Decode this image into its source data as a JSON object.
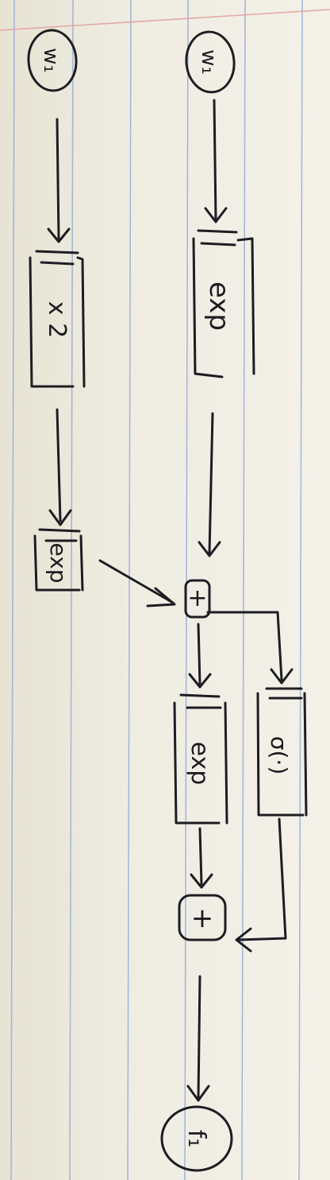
{
  "diagram": {
    "nodes": {
      "w_top": "w₁",
      "w_bottom": "w₁",
      "exp_top": "exp",
      "x2": "x 2",
      "exp_mid": "exp",
      "plus_1": "+",
      "sigma": "σ(·)",
      "exp_right": "exp",
      "plus_2": "+",
      "f_out": "f₁"
    }
  }
}
